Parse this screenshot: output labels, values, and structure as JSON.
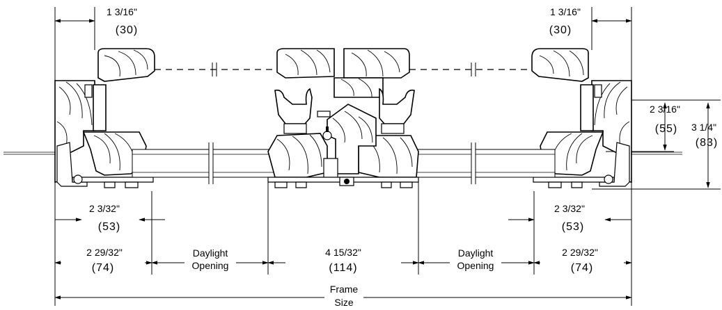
{
  "dimensions": {
    "top_left": {
      "imperial": "1 3/16\"",
      "metric": "(30)"
    },
    "top_right": {
      "imperial": "1 3/16\"",
      "metric": "(30)"
    },
    "right_inner": {
      "imperial": "2 3/16\"",
      "metric": "(55)"
    },
    "right_outer": {
      "imperial": "3 1/4\"",
      "metric": "(83)"
    },
    "mid_left": {
      "imperial": "2 3/32\"",
      "metric": "(53)"
    },
    "mid_right": {
      "imperial": "2 3/32\"",
      "metric": "(53)"
    },
    "bottom_left": {
      "imperial": "2 29/32\"",
      "metric": "(74)"
    },
    "bottom_center": {
      "imperial": "4 15/32\"",
      "metric": "(114)"
    },
    "bottom_right": {
      "imperial": "2 29/32\"",
      "metric": "(74)"
    }
  },
  "labels": {
    "daylight_left": {
      "line1": "Daylight",
      "line2": "Opening"
    },
    "daylight_right": {
      "line1": "Daylight",
      "line2": "Opening"
    },
    "frame_size": {
      "line1": "Frame",
      "line2": "Size"
    }
  }
}
